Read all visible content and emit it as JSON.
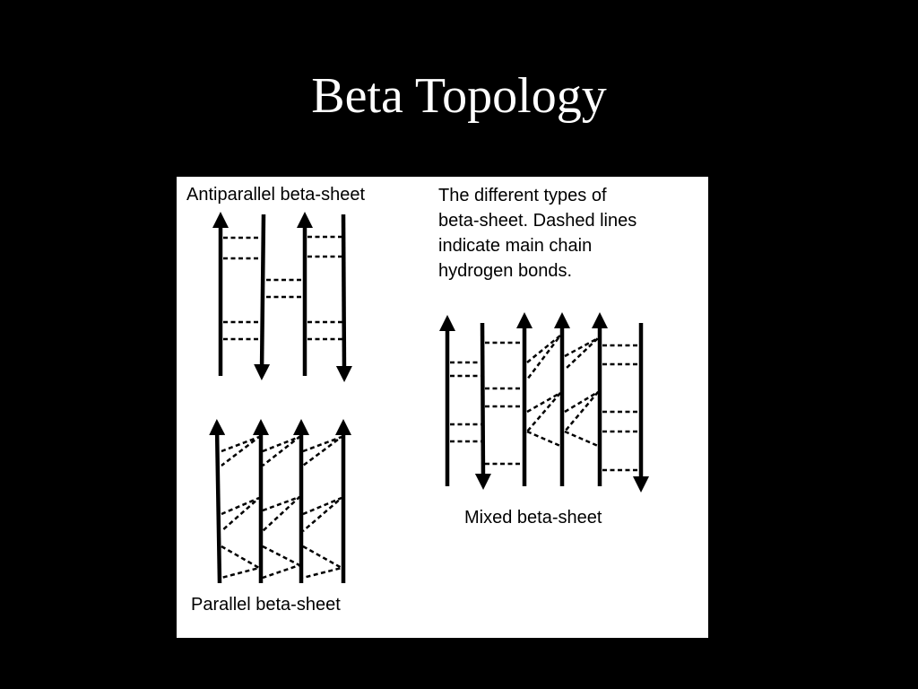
{
  "slide": {
    "title": "Beta Topology",
    "background": "#000000",
    "title_color": "#ffffff"
  },
  "figure": {
    "background": "#ffffff",
    "antiparallel_label": "Antiparallel beta-sheet",
    "parallel_label": "Parallel beta-sheet",
    "mixed_label": "Mixed beta-sheet",
    "caption_lines": [
      "The different types of",
      "beta-sheet. Dashed lines",
      "indicate main chain",
      "hydrogen bonds."
    ]
  }
}
